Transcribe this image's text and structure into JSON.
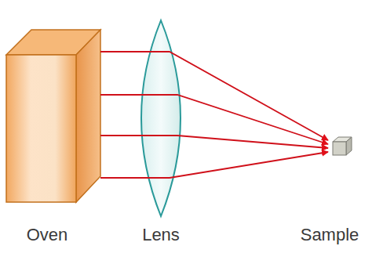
{
  "diagram": {
    "labels": [
      "Oven",
      "Lens",
      "Sample"
    ]
  }
}
